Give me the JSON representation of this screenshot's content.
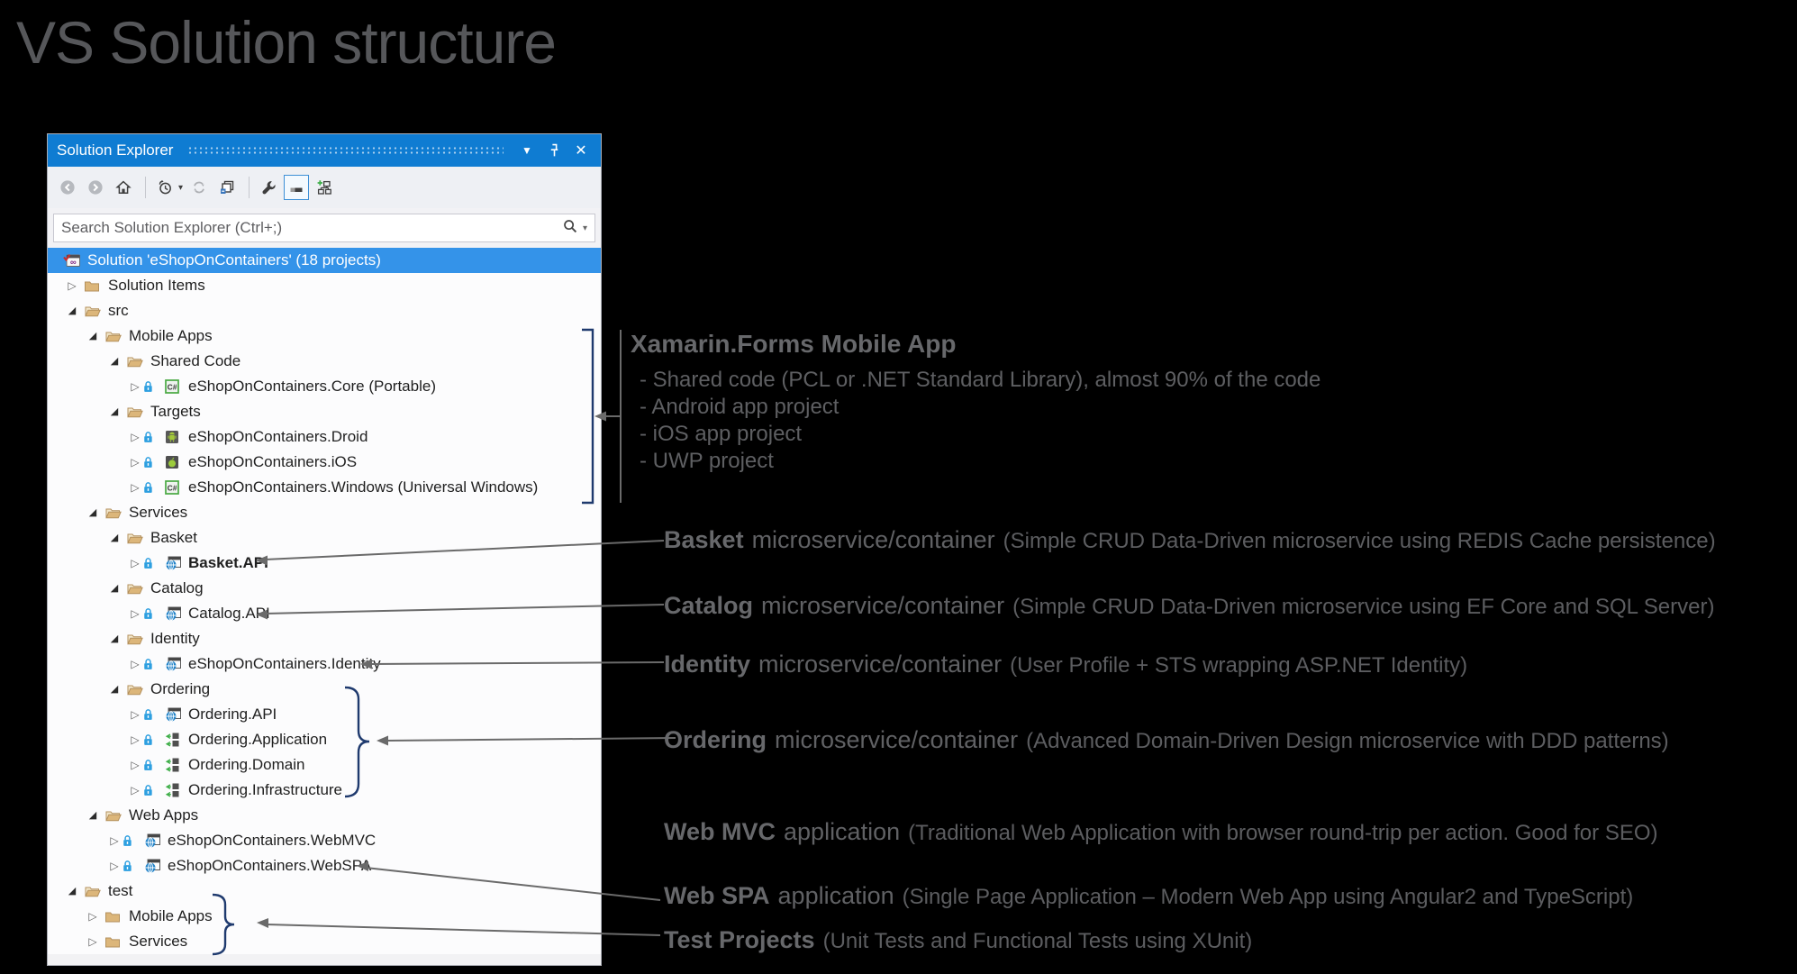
{
  "page": {
    "title": "VS Solution structure"
  },
  "colors": {
    "titlebar_blue": "#0f7cd2",
    "selection_blue": "#3493e9",
    "folder_tan": "#dcb67a",
    "bracket_navy": "#1f3a6e",
    "connector_gray": "#6a6a6a"
  },
  "panel": {
    "title": "Solution Explorer",
    "titlebar_icons": [
      "chevron-down",
      "pin",
      "close"
    ],
    "toolbar": [
      {
        "name": "back",
        "disabled": true
      },
      {
        "name": "forward",
        "disabled": true
      },
      {
        "name": "home"
      },
      {
        "sep": true
      },
      {
        "name": "history",
        "caret": true
      },
      {
        "name": "refresh",
        "disabled": true
      },
      {
        "name": "collapse-all"
      },
      {
        "sep": true
      },
      {
        "name": "properties"
      },
      {
        "name": "preview-selected-items",
        "selected": true
      },
      {
        "name": "show-all-files"
      }
    ],
    "search": {
      "placeholder": "Search Solution Explorer (Ctrl+;)"
    }
  },
  "tree": {
    "items": [
      {
        "label": "Solution 'eShopOnContainers' (18 projects)",
        "level": 0,
        "exp": "",
        "icon": "solution",
        "selected": true
      },
      {
        "label": "Solution Items",
        "level": 1,
        "exp": "c",
        "icon": "folder-closed"
      },
      {
        "label": "src",
        "level": 1,
        "exp": "e",
        "icon": "folder-open"
      },
      {
        "label": "Mobile Apps",
        "level": 2,
        "exp": "e",
        "icon": "folder-open"
      },
      {
        "label": "Shared Code",
        "level": 3,
        "exp": "e",
        "icon": "folder-open"
      },
      {
        "label": "eShopOnContainers.Core (Portable)",
        "level": 4,
        "exp": "c",
        "icon": "csharp",
        "lock": true
      },
      {
        "label": "Targets",
        "level": 3,
        "exp": "e",
        "icon": "folder-open"
      },
      {
        "label": "eShopOnContainers.Droid",
        "level": 4,
        "exp": "c",
        "icon": "android",
        "lock": true
      },
      {
        "label": "eShopOnContainers.iOS",
        "level": 4,
        "exp": "c",
        "icon": "ios",
        "lock": true
      },
      {
        "label": "eShopOnContainers.Windows (Universal Windows)",
        "level": 4,
        "exp": "c",
        "icon": "csharp",
        "lock": true
      },
      {
        "label": "Services",
        "level": 2,
        "exp": "e",
        "icon": "folder-open"
      },
      {
        "label": "Basket",
        "level": 3,
        "exp": "e",
        "icon": "folder-open"
      },
      {
        "label": "Basket.API",
        "level": 4,
        "exp": "c",
        "icon": "web",
        "lock": true,
        "bold": true
      },
      {
        "label": "Catalog",
        "level": 3,
        "exp": "e",
        "icon": "folder-open"
      },
      {
        "label": "Catalog.API",
        "level": 4,
        "exp": "c",
        "icon": "web",
        "lock": true
      },
      {
        "label": "Identity",
        "level": 3,
        "exp": "e",
        "icon": "folder-open"
      },
      {
        "label": "eShopOnContainers.Identity",
        "level": 4,
        "exp": "c",
        "icon": "web",
        "lock": true
      },
      {
        "label": "Ordering",
        "level": 3,
        "exp": "e",
        "icon": "folder-open"
      },
      {
        "label": "Ordering.API",
        "level": 4,
        "exp": "c",
        "icon": "web",
        "lock": true
      },
      {
        "label": "Ordering.Application",
        "level": 4,
        "exp": "c",
        "icon": "lib",
        "lock": true
      },
      {
        "label": "Ordering.Domain",
        "level": 4,
        "exp": "c",
        "icon": "lib",
        "lock": true
      },
      {
        "label": "Ordering.Infrastructure",
        "level": 4,
        "exp": "c",
        "icon": "lib",
        "lock": true
      },
      {
        "label": "Web Apps",
        "level": 2,
        "exp": "e",
        "icon": "folder-open"
      },
      {
        "label": "eShopOnContainers.WebMVC",
        "level": 3,
        "exp": "c",
        "icon": "web",
        "lock": true
      },
      {
        "label": "eShopOnContainers.WebSPA",
        "level": 3,
        "exp": "c",
        "icon": "web",
        "lock": true
      },
      {
        "label": "test",
        "level": 1,
        "exp": "e",
        "icon": "folder-open"
      },
      {
        "label": "Mobile Apps",
        "level": 2,
        "exp": "c",
        "icon": "folder-closed"
      },
      {
        "label": "Services",
        "level": 2,
        "exp": "c",
        "icon": "folder-closed"
      }
    ]
  },
  "annotations": {
    "xamarin": {
      "title": "Xamarin.Forms Mobile App",
      "items": [
        "- Shared code (PCL or .NET Standard Library), almost 90% of the code",
        "- Android app project",
        "- iOS app project",
        "- UWP project"
      ]
    },
    "basket": {
      "bold": "Basket",
      "mid": "microservice/container",
      "paren": "(Simple CRUD Data-Driven microservice using REDIS Cache persistence)"
    },
    "catalog": {
      "bold": "Catalog",
      "mid": "microservice/container",
      "paren": "(Simple CRUD Data-Driven microservice using EF Core and SQL Server)"
    },
    "identity": {
      "bold": "Identity",
      "mid": "microservice/container",
      "paren": "(User Profile + STS wrapping ASP.NET Identity)"
    },
    "ordering": {
      "bold": "Ordering",
      "mid": "microservice/container",
      "paren": "(Advanced Domain-Driven Design microservice with DDD patterns)"
    },
    "webmvc": {
      "bold": "Web MVC",
      "mid": "application",
      "paren": "(Traditional Web Application with browser round-trip per action. Good for SEO)"
    },
    "webspa": {
      "bold": "Web SPA",
      "mid": "application",
      "paren": "(Single Page Application – Modern Web App using Angular2 and TypeScript)"
    },
    "test": {
      "bold": "Test Projects",
      "mid": "",
      "paren": "(Unit Tests and Functional Tests using XUnit)"
    }
  }
}
